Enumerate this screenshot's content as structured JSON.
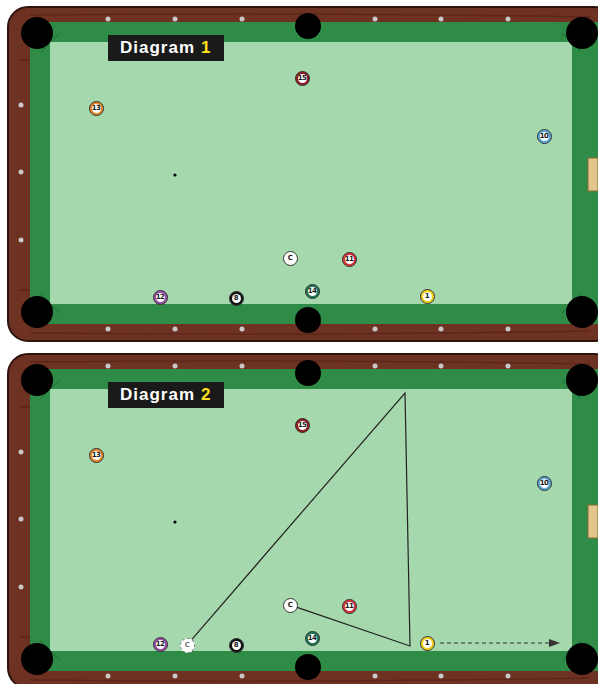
{
  "diagram": {
    "nodes": [
      {
        "text": [
          "Diagram",
          "1"
        ]
      },
      {
        "text": [
          "15"
        ]
      },
      {
        "text": [
          "13"
        ]
      },
      {
        "text": [
          "10"
        ]
      },
      {
        "text": [
          "C"
        ]
      },
      {
        "text": [
          "11"
        ]
      },
      {
        "text": [
          "12"
        ]
      },
      {
        "text": [
          "8"
        ]
      },
      {
        "text": [
          "14"
        ]
      },
      {
        "text": [
          "1"
        ]
      },
      {
        "text": [
          "Diagram",
          "2"
        ]
      },
      {
        "text": [
          "15"
        ]
      },
      {
        "text": [
          "13"
        ]
      },
      {
        "text": [
          "10"
        ]
      },
      {
        "text": [
          "C"
        ]
      },
      {
        "text": [
          "11"
        ]
      },
      {
        "text": [
          "12"
        ]
      },
      {
        "text": [
          "C"
        ]
      },
      {
        "text": [
          "8"
        ]
      },
      {
        "text": [
          "14"
        ]
      },
      {
        "text": [
          "1"
        ]
      }
    ],
    "edges": [
      {
        "from": 14,
        "to": 17,
        "arrow": "none"
      }
    ]
  }
}
